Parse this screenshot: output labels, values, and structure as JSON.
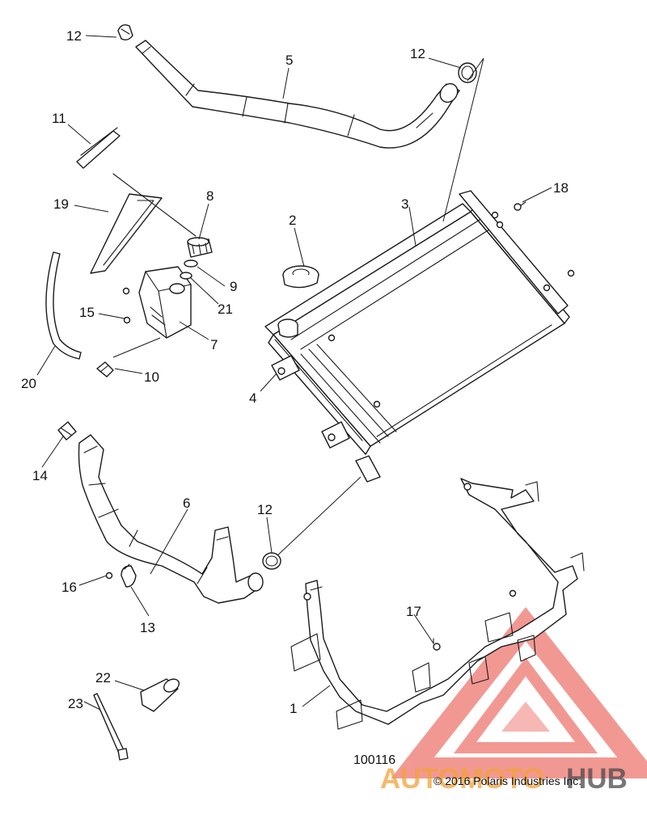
{
  "callouts": [
    {
      "key": "c12a",
      "text": "12"
    },
    {
      "key": "c5",
      "text": "5"
    },
    {
      "key": "c12b",
      "text": "12"
    },
    {
      "key": "c11",
      "text": "11"
    },
    {
      "key": "c19",
      "text": "19"
    },
    {
      "key": "c8",
      "text": "8"
    },
    {
      "key": "c2",
      "text": "2"
    },
    {
      "key": "c3",
      "text": "3"
    },
    {
      "key": "c18",
      "text": "18"
    },
    {
      "key": "c9",
      "text": "9"
    },
    {
      "key": "c21",
      "text": "21"
    },
    {
      "key": "c15",
      "text": "15"
    },
    {
      "key": "c7",
      "text": "7"
    },
    {
      "key": "c20",
      "text": "20"
    },
    {
      "key": "c10",
      "text": "10"
    },
    {
      "key": "c4",
      "text": "4"
    },
    {
      "key": "c14",
      "text": "14"
    },
    {
      "key": "c6",
      "text": "6"
    },
    {
      "key": "c12c",
      "text": "12"
    },
    {
      "key": "c16",
      "text": "16"
    },
    {
      "key": "c13",
      "text": "13"
    },
    {
      "key": "c17",
      "text": "17"
    },
    {
      "key": "c22",
      "text": "22"
    },
    {
      "key": "c23",
      "text": "23"
    },
    {
      "key": "c1",
      "text": "1"
    }
  ],
  "reference_number": "100116",
  "copyright": "© 2016 Polaris Industries Inc.",
  "watermark": {
    "part1": "AUTOMOTO",
    "part2": "HUB",
    "color_primary": "#e8453c",
    "color_secondary": "#f2a23a",
    "color_dark": "#4a4a4a"
  }
}
